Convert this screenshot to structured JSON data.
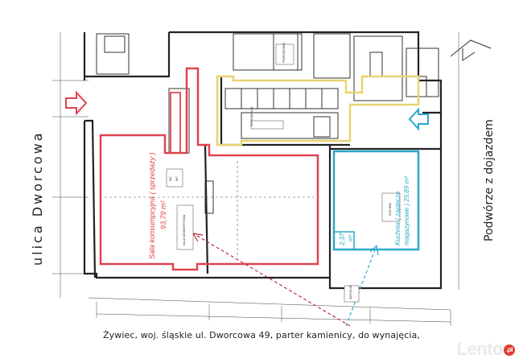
{
  "street_label": "ulica  Dworcowa",
  "yard_label": "Podwórze z dojazdem",
  "caption": "Żywiec, woj. śląskie ul. Dworcowa 49, parter kamienicy, do wynajęcia,",
  "watermark": {
    "brand": "Lento",
    "suffix": ".pl"
  },
  "sala": {
    "line1": "Sala konsumpcyjna ( sprzedaży )",
    "area": "93,79 m²"
  },
  "kuchnia": {
    "line1": "Kuchnia ( zaplecze",
    "line2": "magazynowe ) 25,89 m²"
  },
  "small_room": {
    "value": "2,37",
    "unit": "m²"
  },
  "small_labels": {
    "komunikacja": "KOMUNIKACJA",
    "wc1": "WC",
    "wc2": "WC",
    "sala_tag": "SALA KONSUMPCYJNA",
    "kuchnia_tag": "KUCHNIA",
    "zaplecze": "ZAPLECZE",
    "przedsionek": "PRZEDSIONEK"
  },
  "colors": {
    "sala": "#e0434f",
    "kuchnia": "#2aa8c8",
    "corridor": "#e8d470",
    "wall": "#222222",
    "entry_arrow_left": "#e0434f",
    "entry_arrow_right": "#2aa8c8"
  }
}
